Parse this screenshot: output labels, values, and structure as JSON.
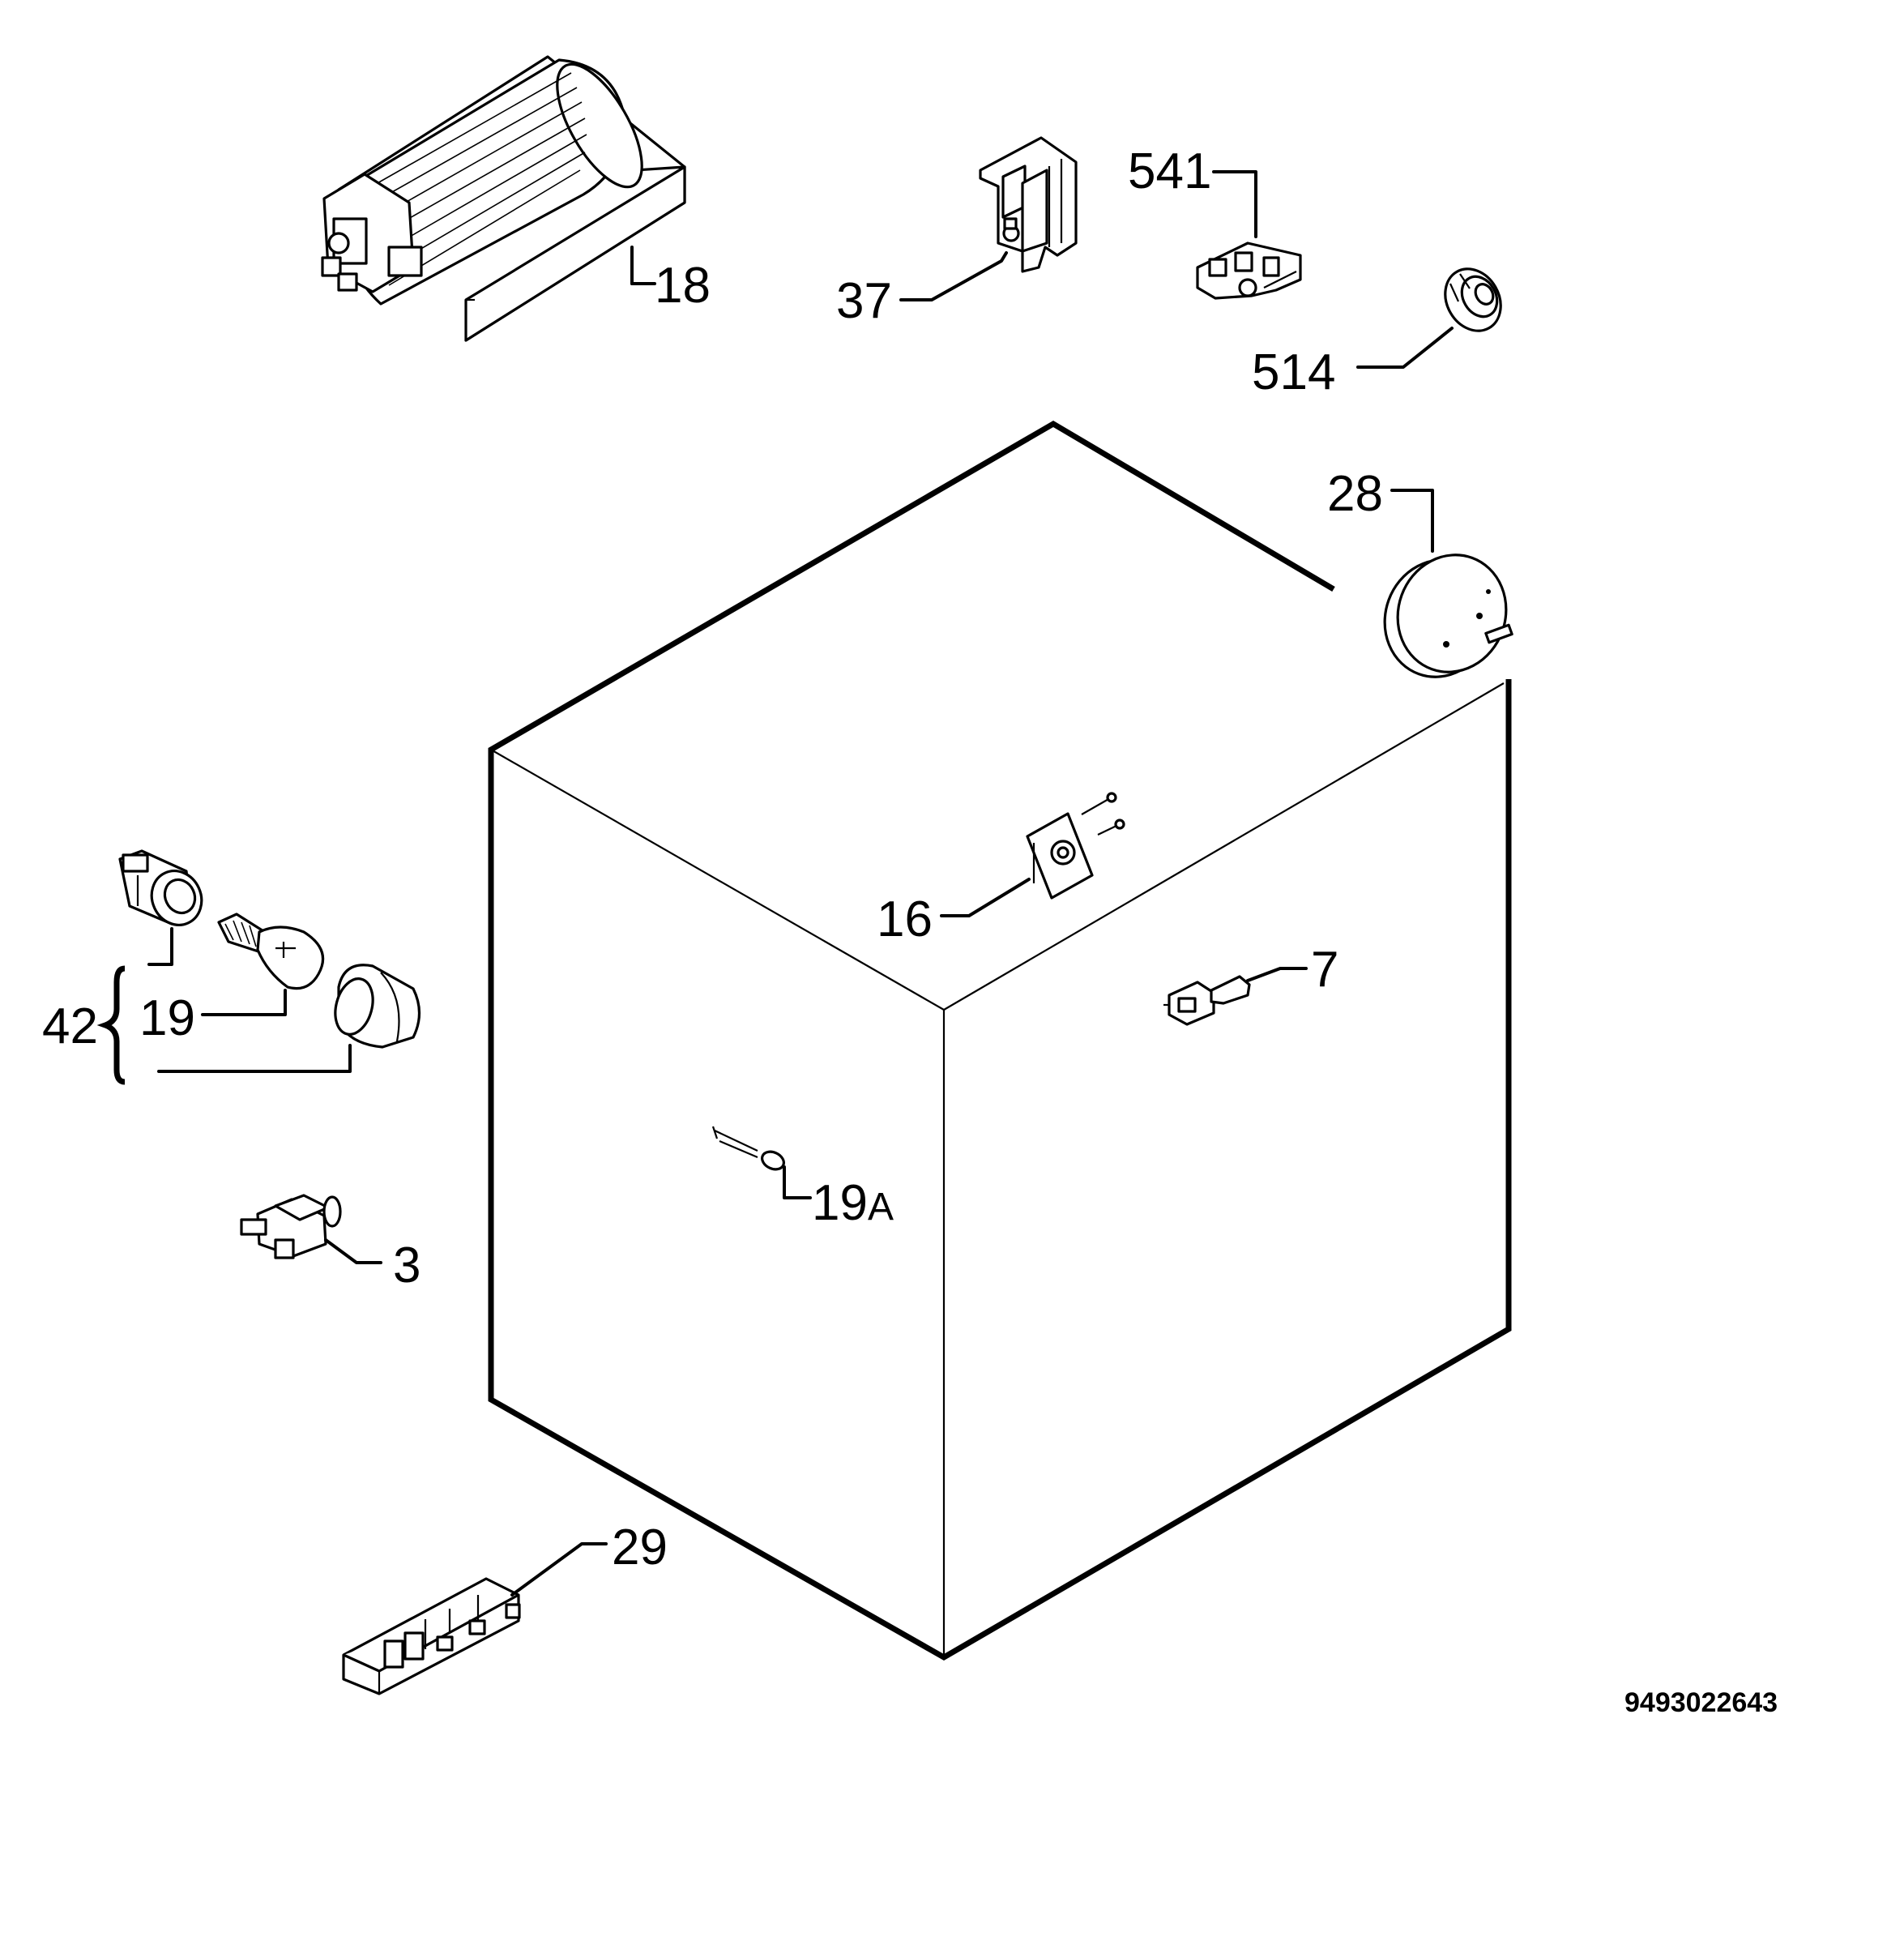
{
  "diagram": {
    "labels": {
      "p18": "18",
      "p37": "37",
      "p541": "541",
      "p514": "514",
      "p28": "28",
      "p16": "16",
      "p7": "7",
      "p42": "42",
      "p19": "19",
      "p19a_num": "19",
      "p19a_suffix": "A",
      "p3": "3",
      "p29": "29"
    },
    "drawing_number": "9493022643"
  }
}
